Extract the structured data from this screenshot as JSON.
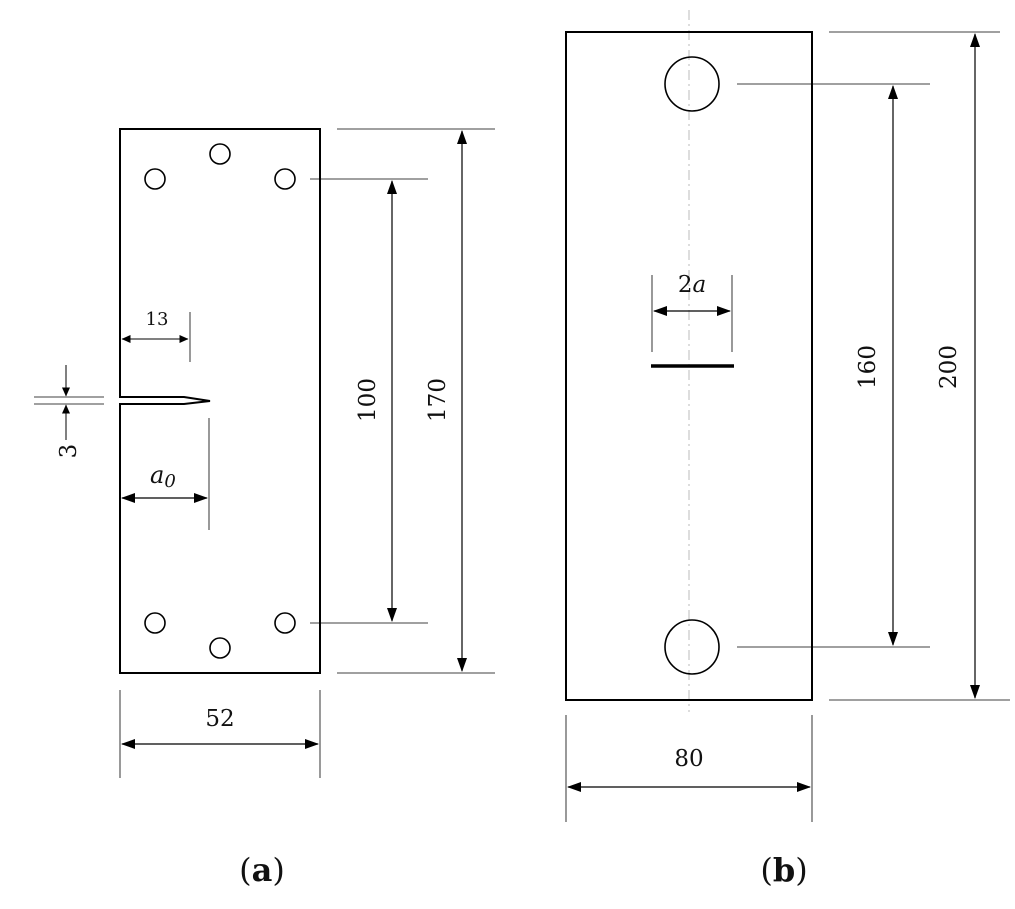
{
  "figure_a": {
    "caption_open": "(",
    "caption_letter": "a",
    "caption_close": ")",
    "dims": {
      "width": "52",
      "notch_offset": "13",
      "notch_width": "3",
      "crack_length": "a0",
      "crack_length_base": "a",
      "crack_length_sub": "0",
      "hole_spacing": "100",
      "height": "170"
    }
  },
  "figure_b": {
    "caption_open": "(",
    "caption_letter": "b",
    "caption_close": ")",
    "dims": {
      "width": "80",
      "crack_length": "2a",
      "crack_length_num": "2",
      "crack_length_var": "a",
      "hole_spacing": "160",
      "height": "200"
    }
  }
}
